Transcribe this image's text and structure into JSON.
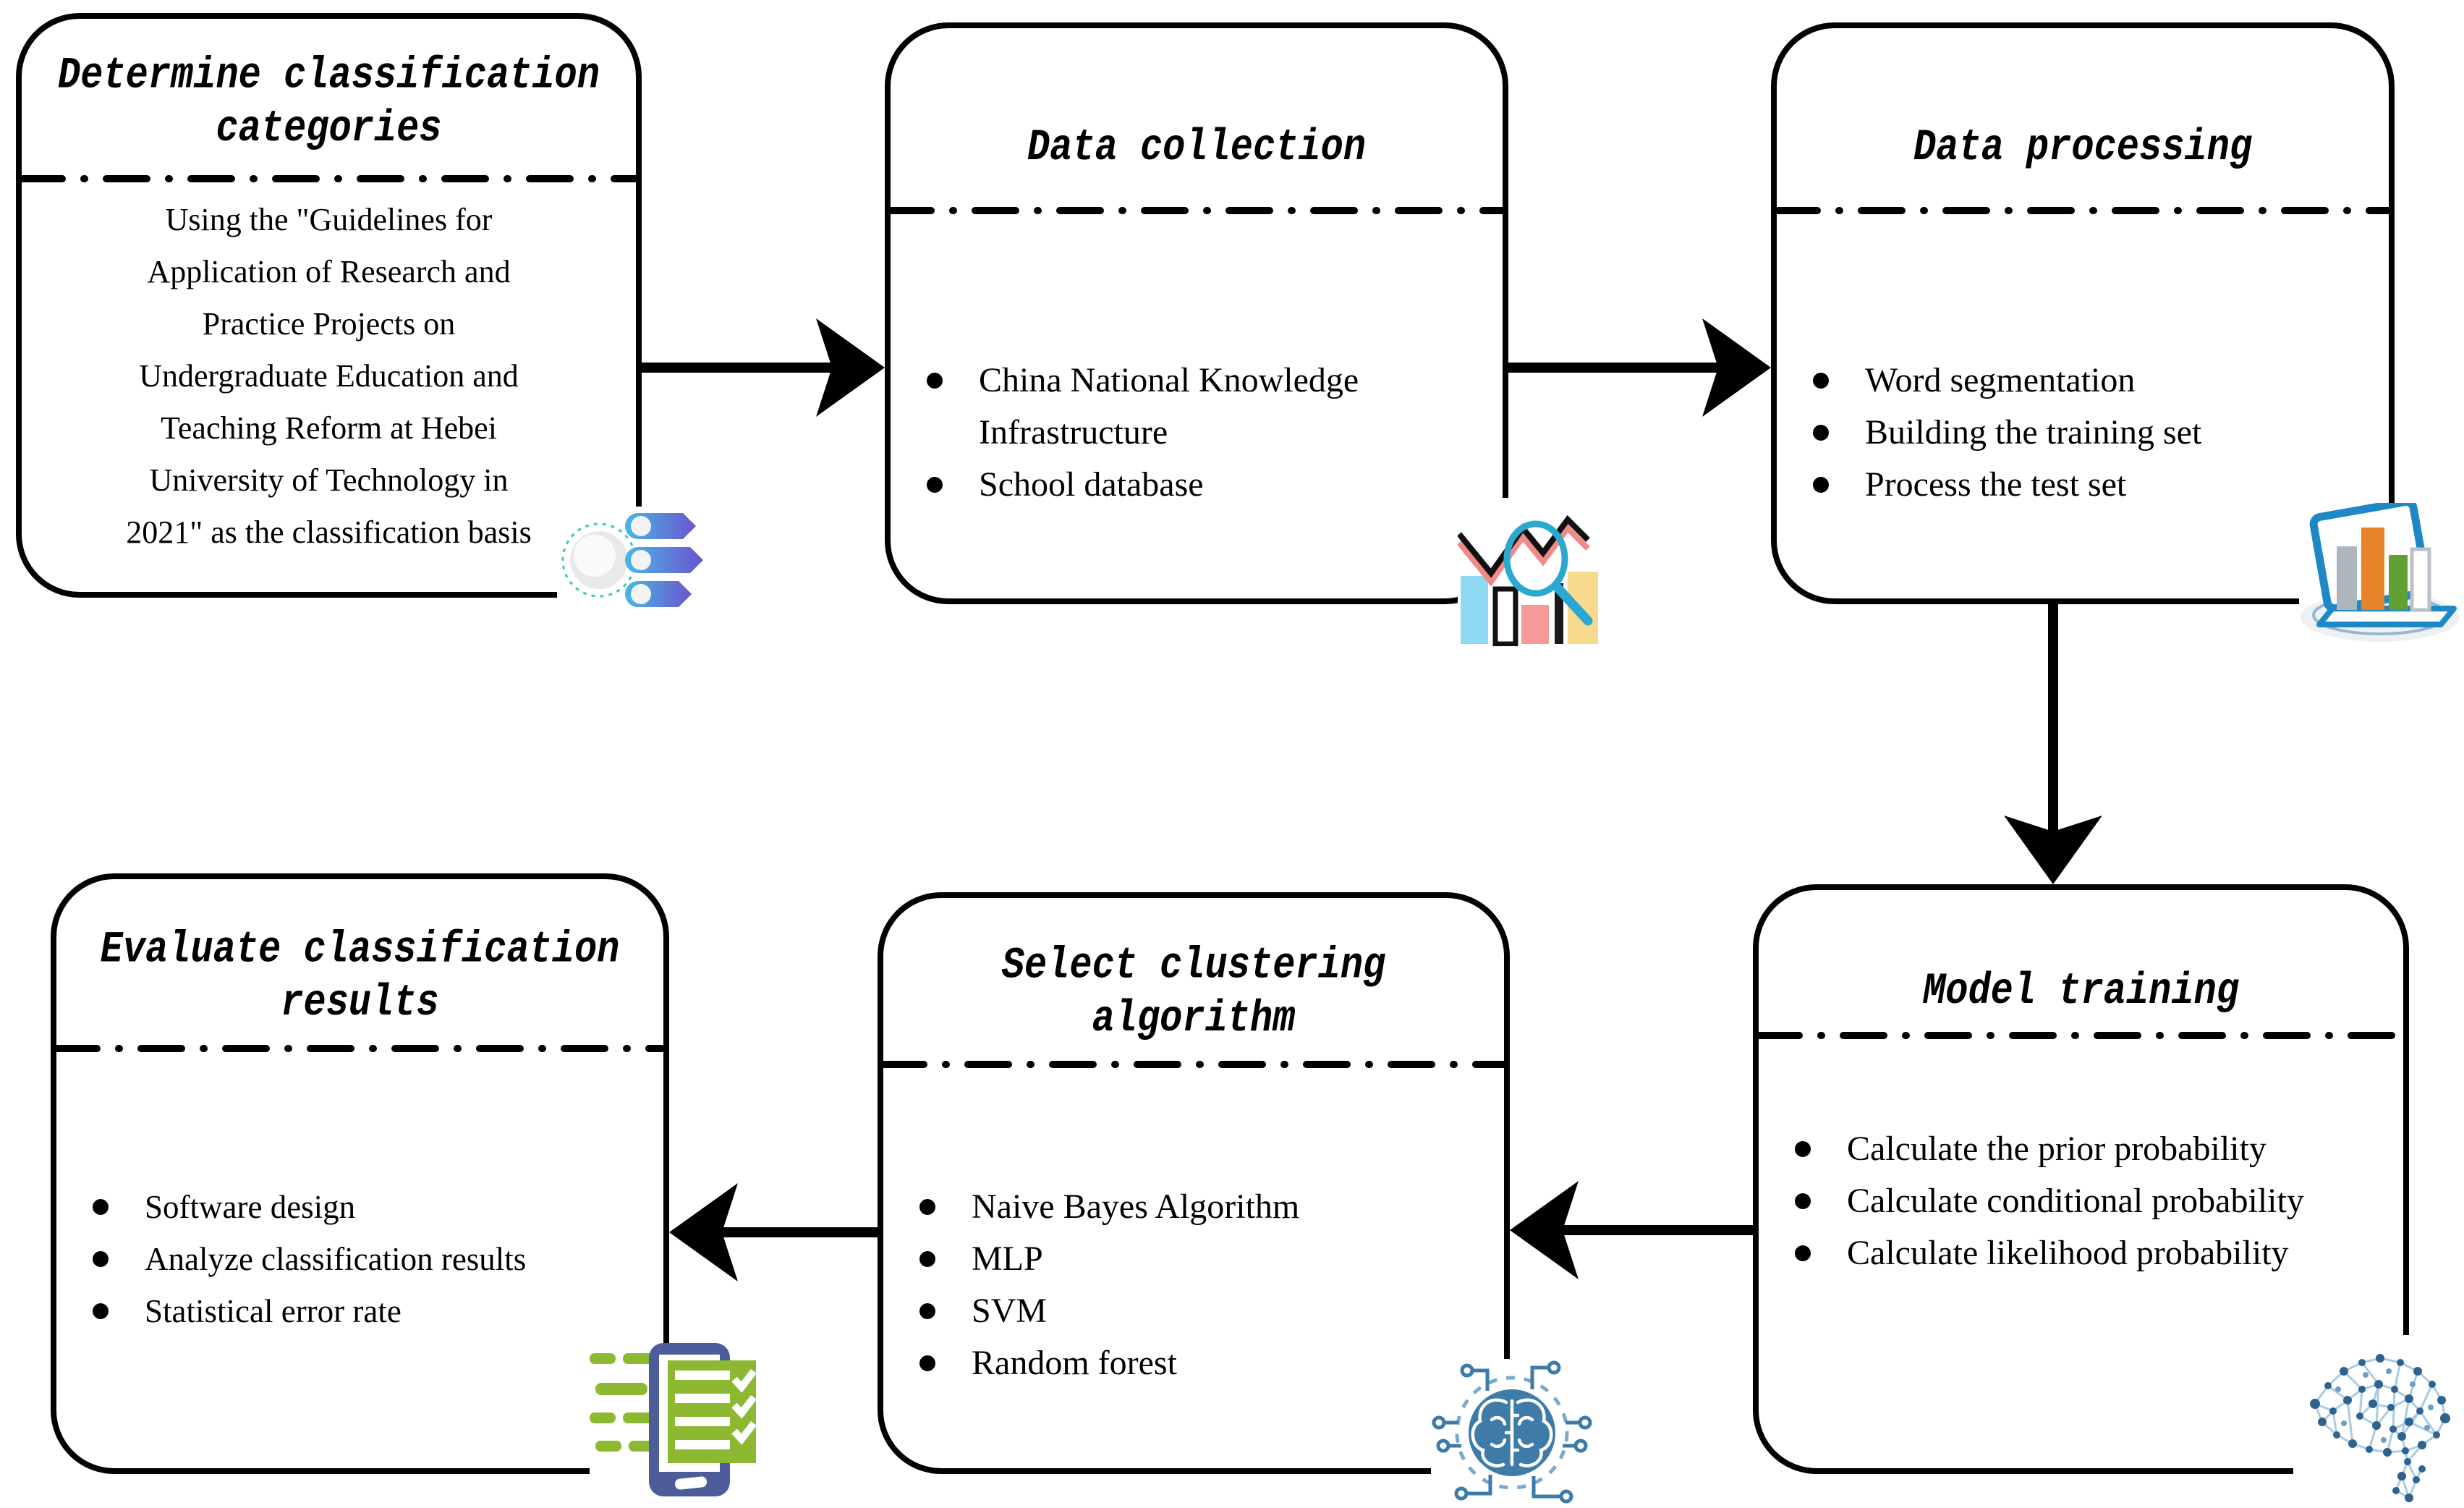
{
  "boxes": {
    "determine": {
      "title": "Determine classification\ncategories",
      "body": "Using the \"Guidelines for\nApplication of Research and\nPractice Projects on\nUndergraduate Education and\nTeaching Reform at Hebei\nUniversity of Technology in\n2021\" as the classification basis"
    },
    "collection": {
      "title": "Data collection",
      "items": [
        "China National Knowledge Infrastructure",
        "School database"
      ]
    },
    "processing": {
      "title": "Data processing",
      "items": [
        "Word segmentation",
        "Building the training set",
        "Process the test set"
      ]
    },
    "training": {
      "title": "Model training",
      "items": [
        "Calculate the prior probability",
        "Calculate conditional probability",
        "Calculate likelihood probability"
      ]
    },
    "algorithm": {
      "title": "Select clustering\nalgorithm",
      "items": [
        "Naive Bayes Algorithm",
        "MLP",
        "SVM",
        "Random forest"
      ]
    },
    "evaluate": {
      "title": "Evaluate classification\nresults",
      "items": [
        "Software design",
        "Analyze classification results",
        "Statistical error rate"
      ]
    }
  },
  "icons": {
    "determine": "options-list-icon",
    "collection": "chart-magnifier-icon",
    "processing": "laptop-bar-chart-icon",
    "training": "network-brain-icon",
    "algorithm": "ai-brain-chip-icon",
    "evaluate": "checklist-phone-icon"
  },
  "colors": {
    "line_black": "#000000",
    "teal": "#3ec6c2",
    "bar_blue": "#49b8e5",
    "bar_purple": "#6a55cf",
    "light_blue_bar": "#8ed9f2",
    "pink_bar": "#f79a97",
    "yellow_bar": "#f8d98e",
    "zigzag_red": "#f08a86",
    "magnifier_blue": "#2ba8cf",
    "laptop_blue": "#1e88c7",
    "orange_bar": "#e8832a",
    "green_bar": "#63a033",
    "checklist_green": "#8cb832",
    "phone_indigo": "#4d5d99",
    "chip_steel_blue": "#3e7ba6",
    "mesh_dot_blue": "#2e628f",
    "mesh_line_blue": "#a9cbe3"
  }
}
